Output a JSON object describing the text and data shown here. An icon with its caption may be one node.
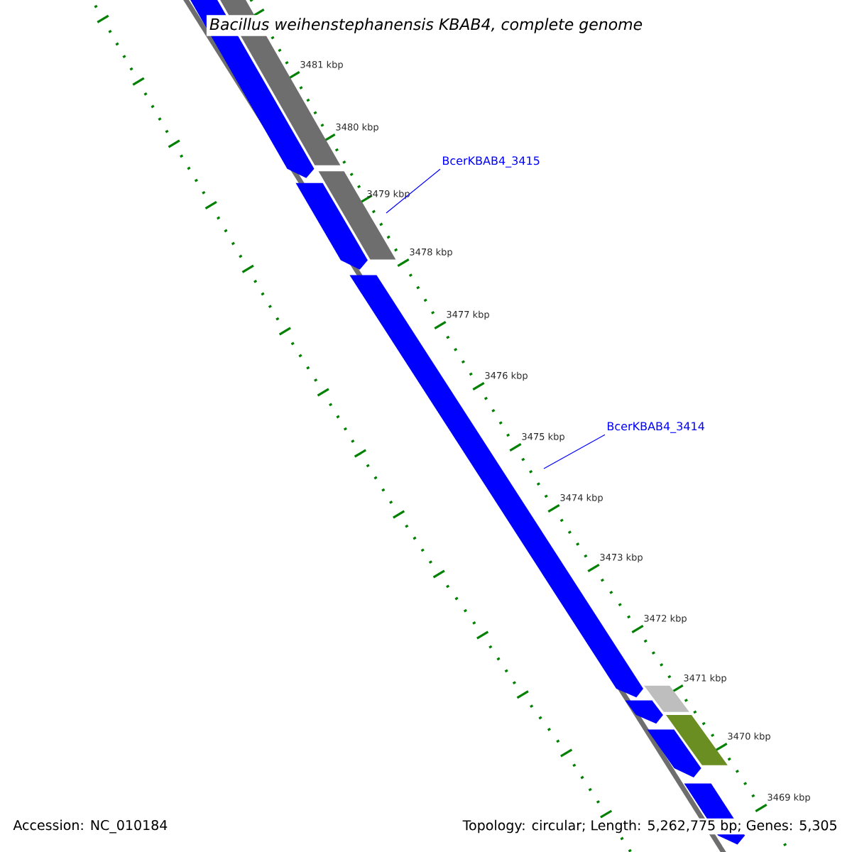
{
  "diagram": {
    "title": "Bacillus weihenstephanensis KBAB4, complete genome",
    "nodes": [
      {
        "text": [
          "BcerKBAB4_3415"
        ]
      },
      {
        "text": [
          "BcerKBAB4_3414"
        ]
      }
    ],
    "edges": [
      {
        "from": 0,
        "to": null,
        "arrow": "none"
      },
      {
        "from": 1,
        "to": null,
        "arrow": "none"
      }
    ],
    "labels": [
      "3481 kbp",
      "3480 kbp",
      "3479 kbp",
      "3478 kbp",
      "3477 kbp",
      "3476 kbp",
      "3475 kbp",
      "3474 kbp",
      "3473 kbp",
      "3472 kbp",
      "3471 kbp",
      "3470 kbp",
      "3469 kbp",
      "Accession: NC_010184",
      "Topology: circular; Length: 5,262,775 bp; Genes: 5,305"
    ]
  }
}
